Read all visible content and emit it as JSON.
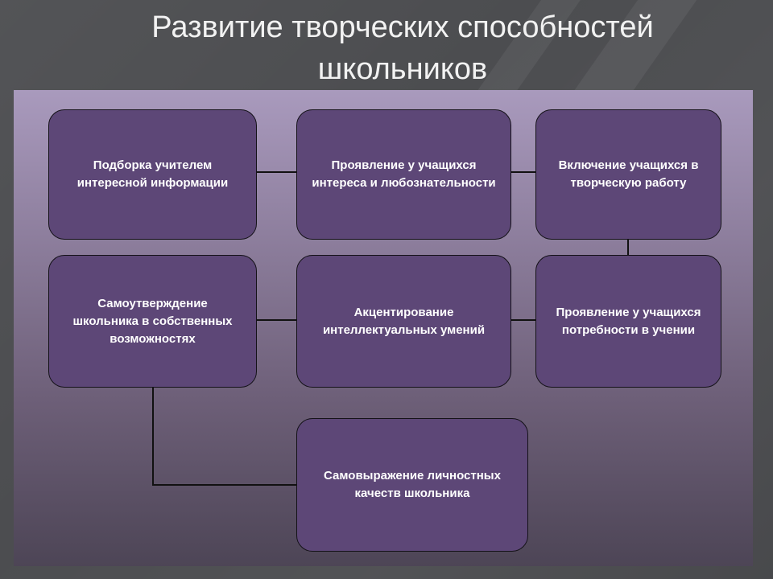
{
  "slide": {
    "title": "Развитие творческих способностей\nшкольников"
  },
  "diagram": {
    "nodes": [
      {
        "id": "n1",
        "label": "Подборка учителем интересной информации"
      },
      {
        "id": "n2",
        "label": "Проявление у учащихся интереса и любознательности"
      },
      {
        "id": "n3",
        "label": "Включение учащихся в творческую работу"
      },
      {
        "id": "n4",
        "label": "Самоутверждение школьника в собственных возможностях"
      },
      {
        "id": "n5",
        "label": "Акцентирование интеллектуальных умений"
      },
      {
        "id": "n6",
        "label": "Проявление у учащихся потребности в учении"
      },
      {
        "id": "n7",
        "label": "Самовыражение личностных качеств школьника"
      }
    ],
    "edges": [
      {
        "from": "n1",
        "to": "n2"
      },
      {
        "from": "n2",
        "to": "n3"
      },
      {
        "from": "n3",
        "to": "n6"
      },
      {
        "from": "n6",
        "to": "n5"
      },
      {
        "from": "n5",
        "to": "n4"
      },
      {
        "from": "n4",
        "to": "n7"
      }
    ],
    "colors": {
      "node_fill": "#5d4777",
      "node_border": "#141218",
      "connector": "#111111",
      "text": "#ffffff"
    }
  }
}
